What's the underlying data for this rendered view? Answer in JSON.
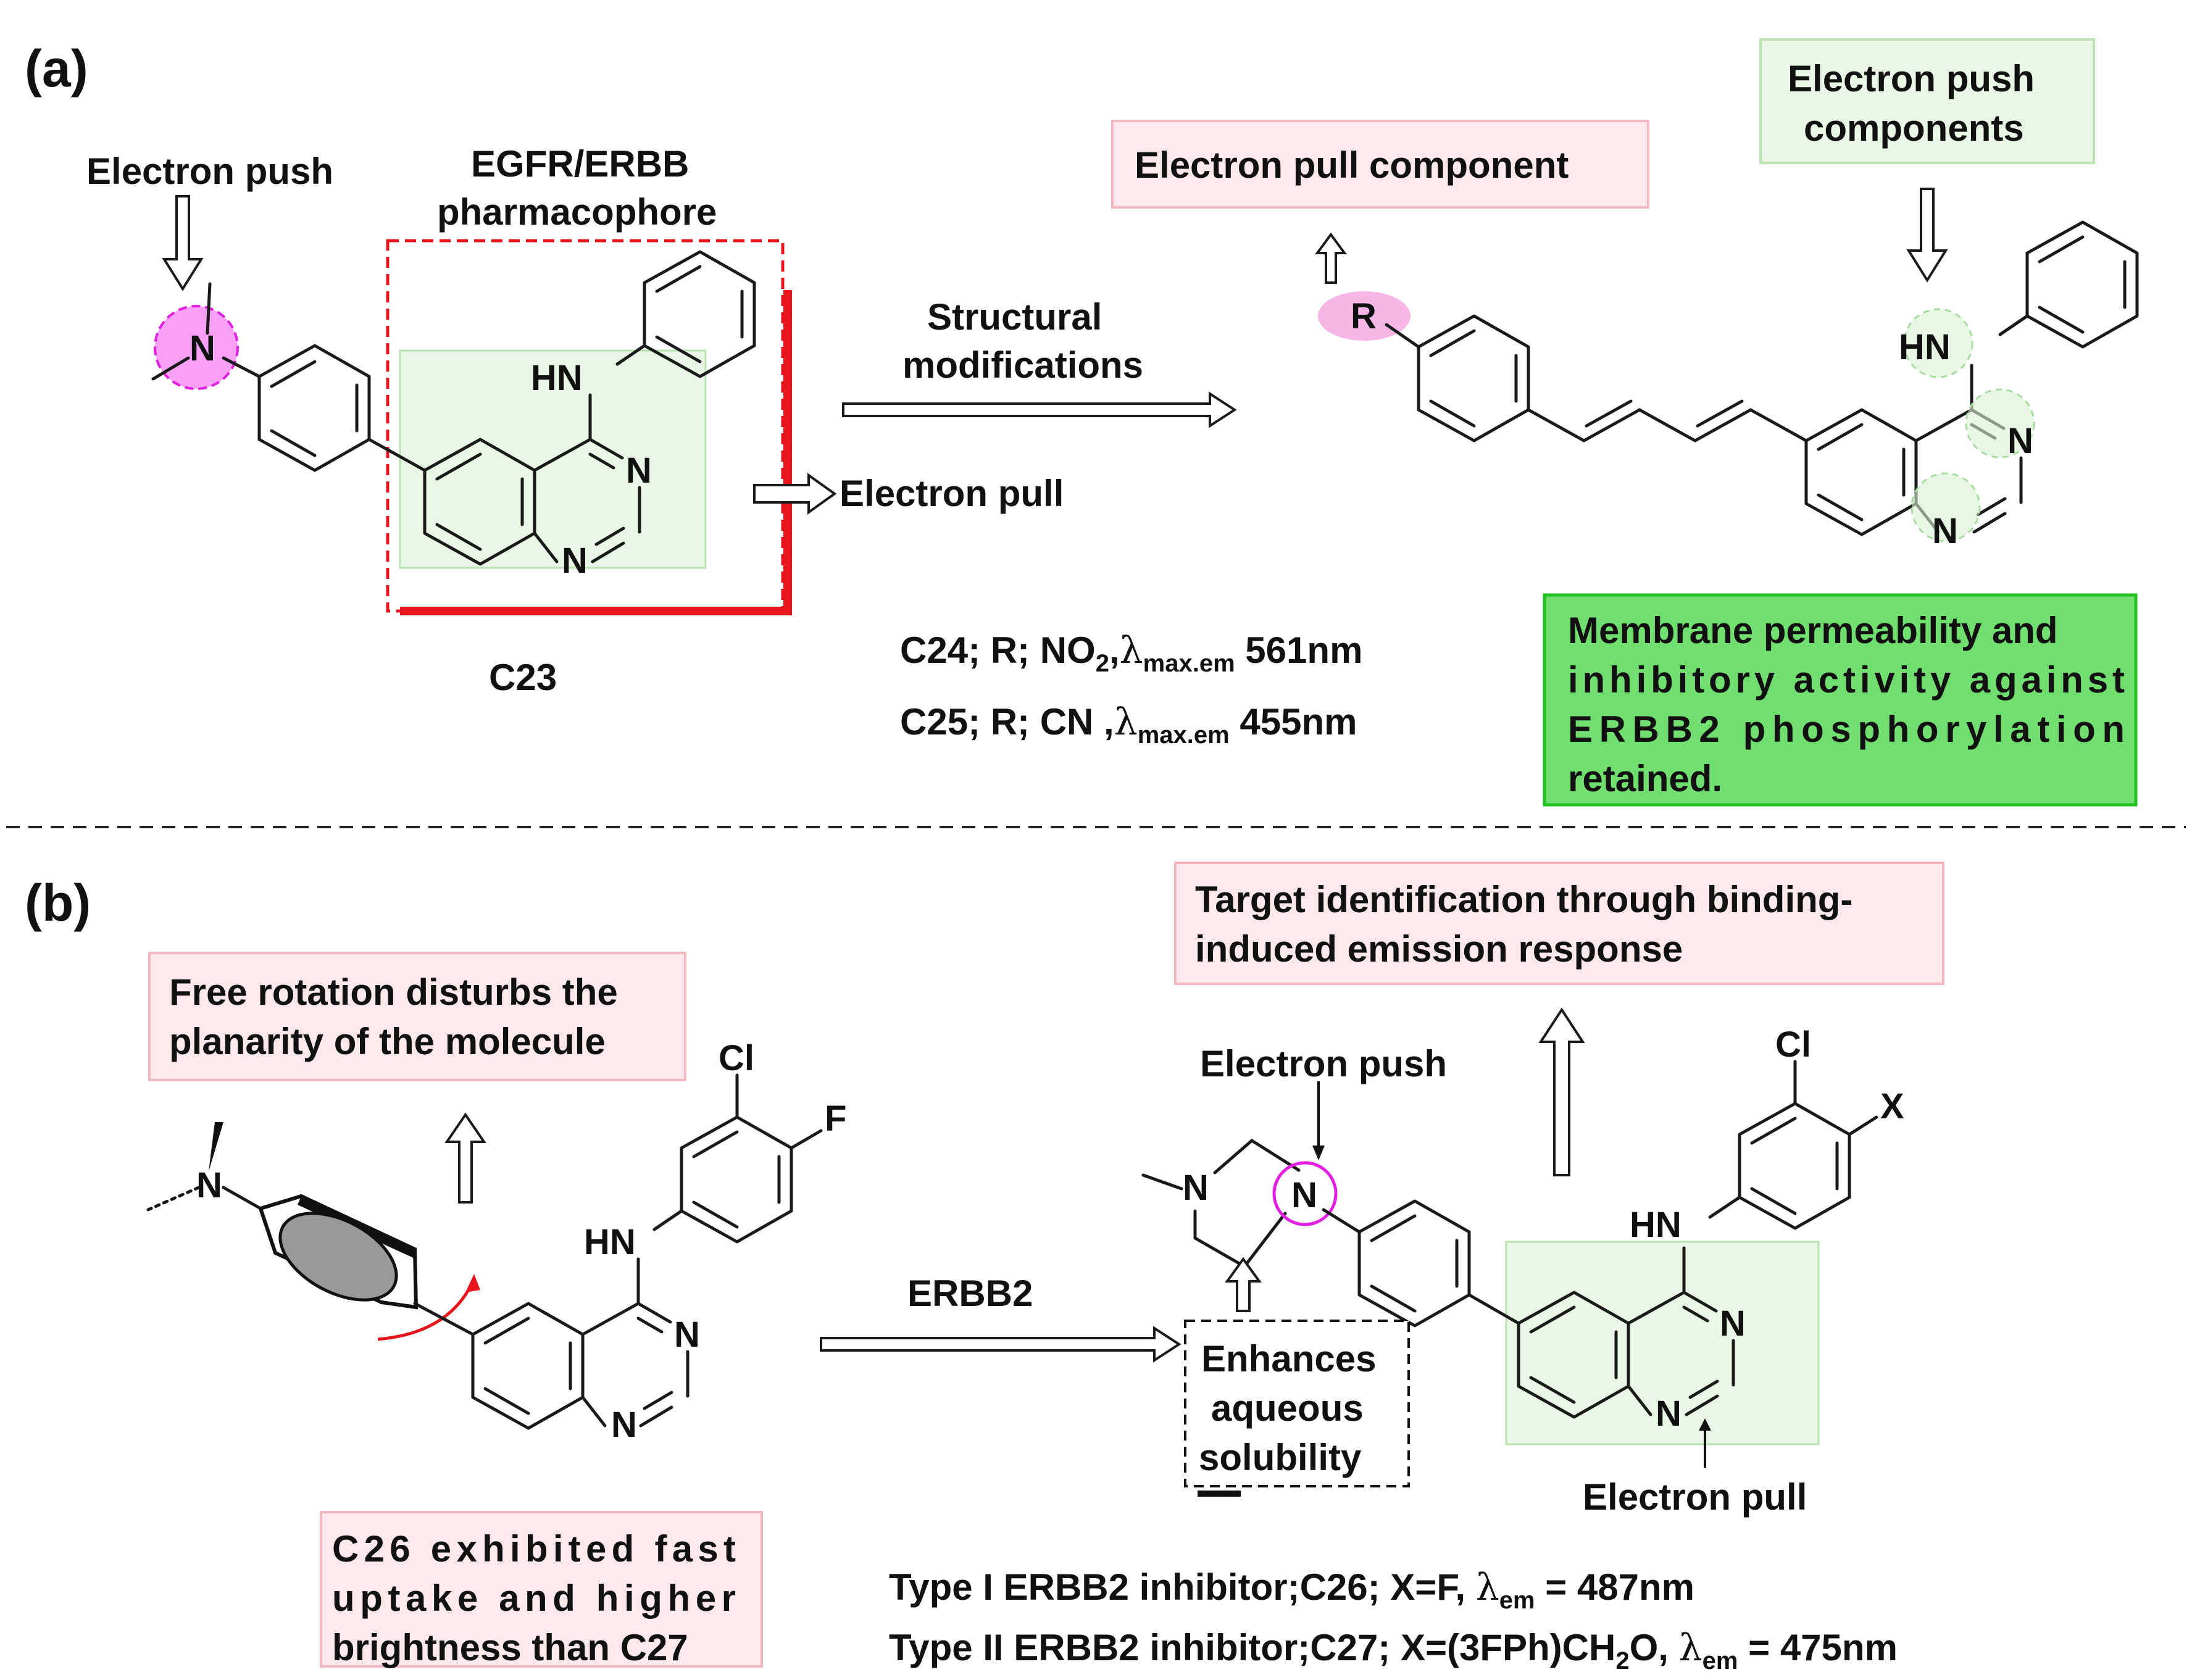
{
  "panel_a": {
    "label": "(a)",
    "left": {
      "electron_push_label": "Electron push",
      "pharmacophore_label_line1": "EGFR/ERBB",
      "pharmacophore_label_line2": "pharmacophore",
      "atom_n_dimethyl": "N",
      "atom_hn": "HN",
      "atom_n1": "N",
      "atom_n3": "N",
      "electron_pull_label": "Electron pull",
      "compound_id": "C23"
    },
    "transform": {
      "line1": "Structural",
      "line2": "modifications"
    },
    "right": {
      "electron_pull_component": "Electron pull component",
      "electron_push_components_line1": "Electron push",
      "electron_push_components_line2": "components",
      "r_group": "R",
      "atom_hn": "HN",
      "atom_n1": "N",
      "atom_n3": "N"
    },
    "data_lines": [
      {
        "prefix": "C24; R; NO",
        "sub1": "2",
        "mid": ",",
        "lambda": "λ",
        "sub2": "max.em",
        "value": " 561nm"
      },
      {
        "prefix": "C25; R; CN ,",
        "sub1": "",
        "mid": "",
        "lambda": "λ",
        "sub2": "max.em",
        "value": " 455nm"
      }
    ],
    "note_lines": [
      "Membrane permeability and",
      "inhibitory activity against",
      "ERBB2 phosphorylation",
      "retained."
    ]
  },
  "panel_b": {
    "label": "(b)",
    "left": {
      "free_rotation_line1": "Free rotation disturbs the",
      "free_rotation_line2": "planarity of the molecule",
      "atom_n": "N",
      "atom_cl": "Cl",
      "atom_f": "F",
      "atom_hn": "HN",
      "atom_n1": "N",
      "atom_n3": "N",
      "note_lines": [
        "C26 exhibited fast",
        "uptake and higher",
        "brightness than C27"
      ]
    },
    "transform_label": "ERBB2",
    "right": {
      "target_line1": "Target identification through binding-",
      "target_line2": "induced emission response",
      "electron_push_label": "Electron push",
      "atom_n_methyl": "N",
      "atom_n_pip": "N",
      "atom_cl": "Cl",
      "atom_x": "X",
      "atom_hn": "HN",
      "atom_n1": "N",
      "atom_n3": "N",
      "solubility_lines": [
        "Enhances",
        "aqueous",
        "solubility"
      ],
      "electron_pull_label": "Electron pull"
    },
    "type_lines": [
      {
        "text": "Type I ERBB2 inhibitor;C26; X=F, ",
        "lambda": "λ",
        "sub": "em",
        "value": " = 487nm"
      },
      {
        "text": "Type II ERBB2 inhibitor;C27; X=(3FPh)CH",
        "sub_mid": "2",
        "text2": "O, ",
        "lambda": "λ",
        "sub": "em",
        "value": " = 475nm"
      }
    ]
  },
  "colors": {
    "pink_box_fill": "#fde8ec",
    "pink_box_stroke": "#f2b8c2",
    "green_box_fill": "#eaf7e6",
    "green_box_stroke": "#b9e3b0",
    "bright_green_fill": "#70df70",
    "bright_green_stroke": "#1fc21f",
    "magenta": "#e31ee3",
    "red": "#e8161c"
  }
}
